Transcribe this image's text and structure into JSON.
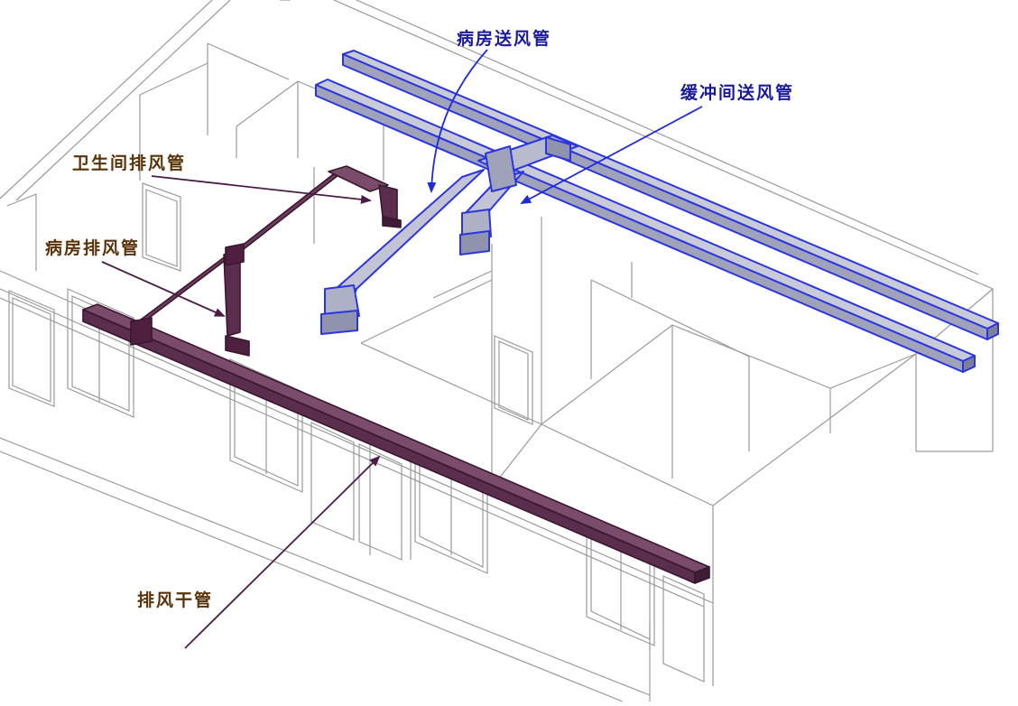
{
  "colors": {
    "supply_duct": "#2a35e0",
    "supply_fill": "#b6b8c8",
    "exhaust_duct": "#4e1f3e",
    "exhaust_fill": "#6c3d5c",
    "building_lines": "#9a9a9a",
    "supply_label": "#1a1a9a",
    "exhaust_label": "#5a3208",
    "supply_arrow": "#1f2ad8",
    "exhaust_arrow": "#4a1c46"
  },
  "labels": {
    "ward_supply": "病房送风管",
    "buffer_supply": "缓冲间送风管",
    "toilet_exhaust": "卫生间排风管",
    "ward_exhaust": "病房排风管",
    "main_exhaust": "排风干管"
  }
}
